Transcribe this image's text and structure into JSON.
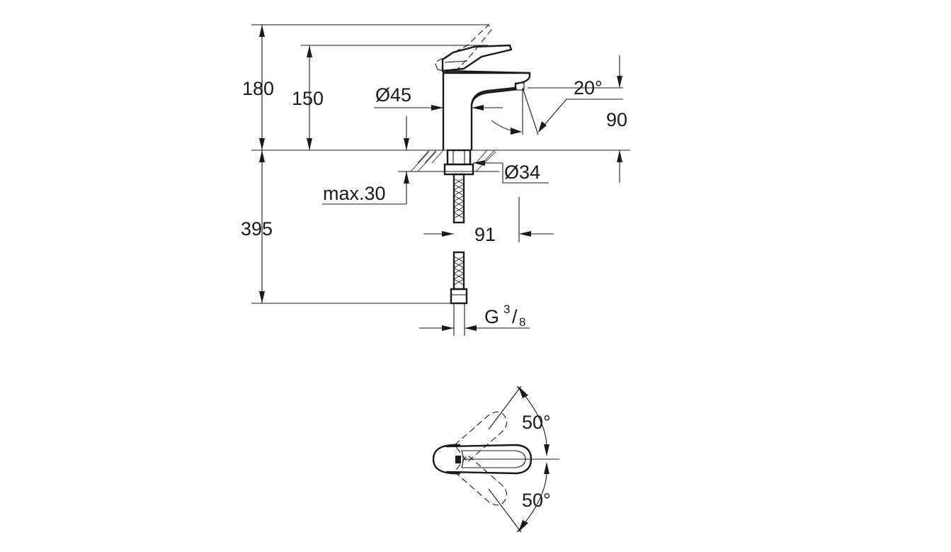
{
  "dimensions": {
    "total_height": "180",
    "spout_height": "150",
    "body_diameter": "Ø45",
    "spout_angle": "20°",
    "spout_reach": "90",
    "base_diameter": "Ø34",
    "max_thickness": "max.30",
    "hose_length": "395",
    "hose_offset": "91",
    "connection_thread": "G",
    "thread_numerator": "3",
    "thread_denominator": "8",
    "handle_rotation_upper": "50°",
    "handle_rotation_lower": "50°"
  }
}
